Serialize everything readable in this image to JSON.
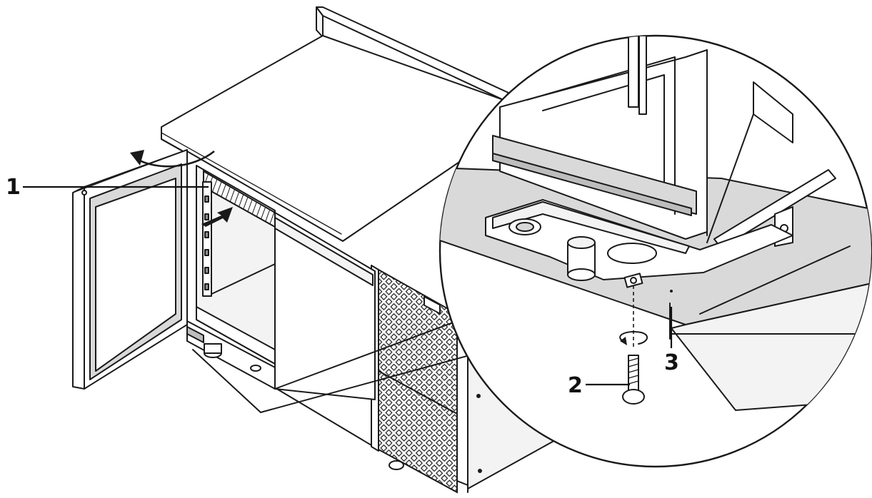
{
  "callouts": [
    {
      "id": "1",
      "label": "1"
    },
    {
      "id": "2",
      "label": "2"
    },
    {
      "id": "3",
      "label": "3"
    }
  ],
  "colors": {
    "line": "#1a1a1a",
    "shade_light": "#f3f3f3",
    "shade_grey": "#d9d9d9",
    "shade_mid": "#bdbdbd",
    "shade_dark": "#8e8e8e",
    "background": "#ffffff"
  }
}
